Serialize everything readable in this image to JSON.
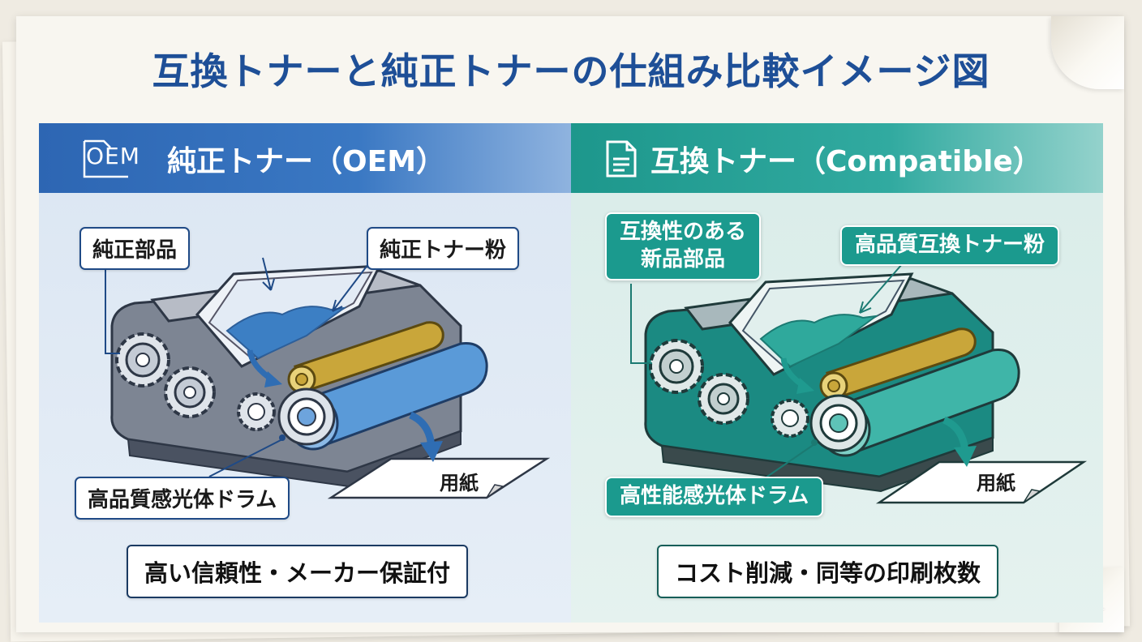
{
  "title": "互換トナーと純正トナーの仕組み比較イメージ図",
  "left": {
    "badge": "OEM",
    "heading": "純正トナー（OEM）",
    "labels": {
      "parts": "純正部品",
      "powder": "純正トナー粉",
      "drum": "高品質感光体ドラム",
      "paper": "用紙"
    },
    "summary": "高い信頼性・メーカー保証付",
    "colors": {
      "band": "#2d66b3",
      "accent": "#3f7cc6"
    }
  },
  "right": {
    "heading": "互換トナー（Compatible）",
    "labels": {
      "parts_line1": "互換性のある",
      "parts_line2": "新品部品",
      "powder": "高品質互換トナー粉",
      "drum": "高性能感光体ドラム",
      "paper": "用紙"
    },
    "summary": "コスト削減・同等の印刷枚数",
    "colors": {
      "band": "#1d978c",
      "accent": "#26a99b"
    }
  },
  "icons": [
    "oem-badge-icon",
    "document-icon",
    "gear-icon",
    "arrow-icon",
    "sparkle-icon"
  ]
}
